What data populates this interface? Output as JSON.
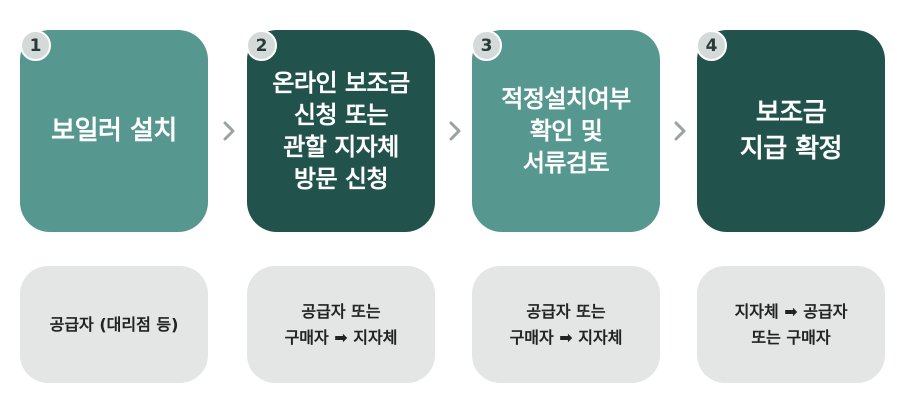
{
  "steps": [
    {
      "number": "1",
      "title": "보일러 설치",
      "color": "#56978f",
      "actor": "공급자 (대리점 등)"
    },
    {
      "number": "2",
      "title": "온라인 보조금\n신청 또는\n관할 지자체\n방문 신청",
      "color": "#22524c",
      "actor": "공급자 또는\n구매자 ➡ 지자체"
    },
    {
      "number": "3",
      "title": "적정설치여부\n확인 및\n서류검토",
      "color": "#56978f",
      "actor": "공급자 또는\n구매자 ➡ 지자체"
    },
    {
      "number": "4",
      "title": "보조금\n지급 확정",
      "color": "#22524c",
      "actor": "지자체 ➡ 공급자\n또는 구매자"
    }
  ],
  "connector_icon": "chevron-right-icon",
  "colors": {
    "step_light": "#56978f",
    "step_dark": "#22524c",
    "actor_bg": "#e3e6e5",
    "chevron": "#9aa3a2"
  }
}
